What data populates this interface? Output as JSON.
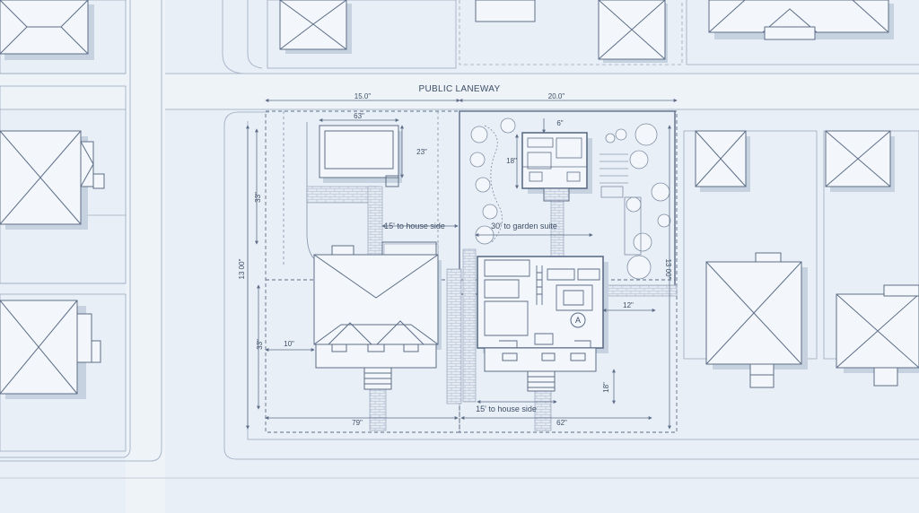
{
  "labels": {
    "laneway": "PUBLIC LANEWAY",
    "top_left_width": "15.0\"",
    "top_right_width": "20.0\"",
    "garage_width": "63\"",
    "garage_depth": "23\"",
    "left_rear_depth": "33\"",
    "left_total_depth": "13 00\"",
    "left_front_depth": "33\"",
    "house_setback": "10\"",
    "bottom_left_width": "79\"",
    "bottom_right_width": "62\"",
    "right_total_depth": "13 00\"",
    "right_side_setback": "12\"",
    "front_setback": "18\"",
    "suite_depth": "18\"",
    "suite_small": "6\"",
    "dist_garage_house": "15' to house side",
    "dist_garden_suite": "30' to garden suite",
    "dist_house_side": "15' to house side",
    "marker_a": "A"
  },
  "colors": {
    "background": "#e9eff6",
    "line": "#5d6e88",
    "roof": "#f3f6fa",
    "shadow": "#c7d2e1"
  }
}
